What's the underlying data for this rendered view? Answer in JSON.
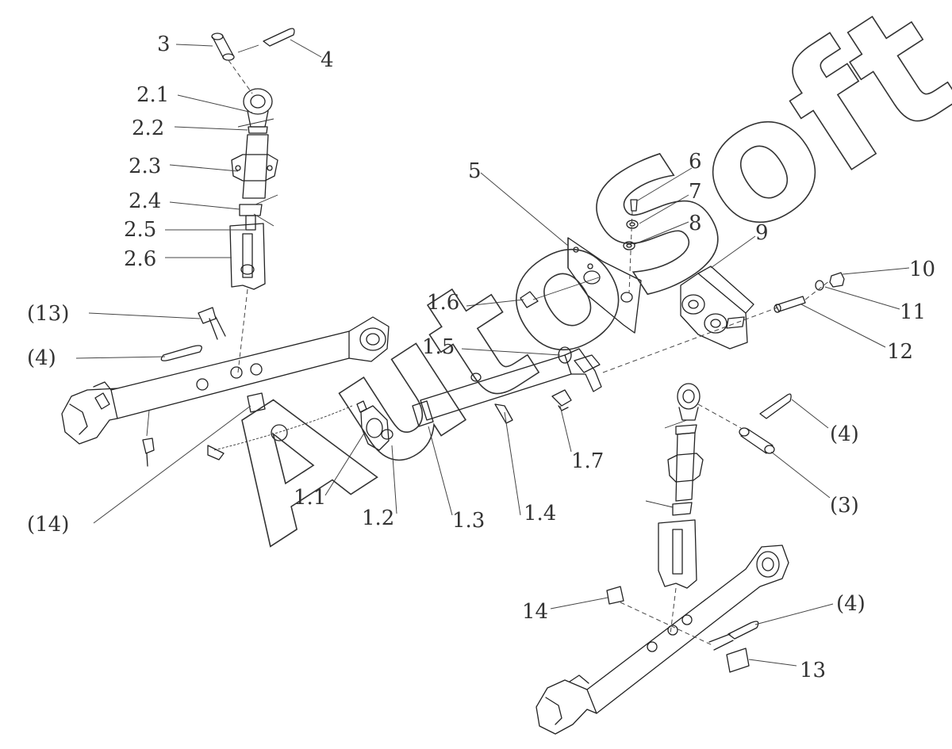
{
  "watermark": "AutoSoft",
  "labels": {
    "l3": "3",
    "l4": "4",
    "l2_1": "2.1",
    "l2_2": "2.2",
    "l2_3": "2.3",
    "l2_4": "2.4",
    "l2_5": "2.5",
    "l2_6": "2.6",
    "l13p": "(13)",
    "l4p_left": "(4)",
    "l14p": "(14)",
    "l5": "5",
    "l6": "6",
    "l7": "7",
    "l8": "8",
    "l9": "9",
    "l10": "10",
    "l11": "11",
    "l12": "12",
    "l1_1": "1.1",
    "l1_2": "1.2",
    "l1_3": "1.3",
    "l1_4": "1.4",
    "l1_5": "1.5",
    "l1_6": "1.6",
    "l1_7": "1.7",
    "l4p_right": "(4)",
    "l3p": "(3)",
    "l4p_bottom": "(4)",
    "l14": "14",
    "l13": "13"
  }
}
